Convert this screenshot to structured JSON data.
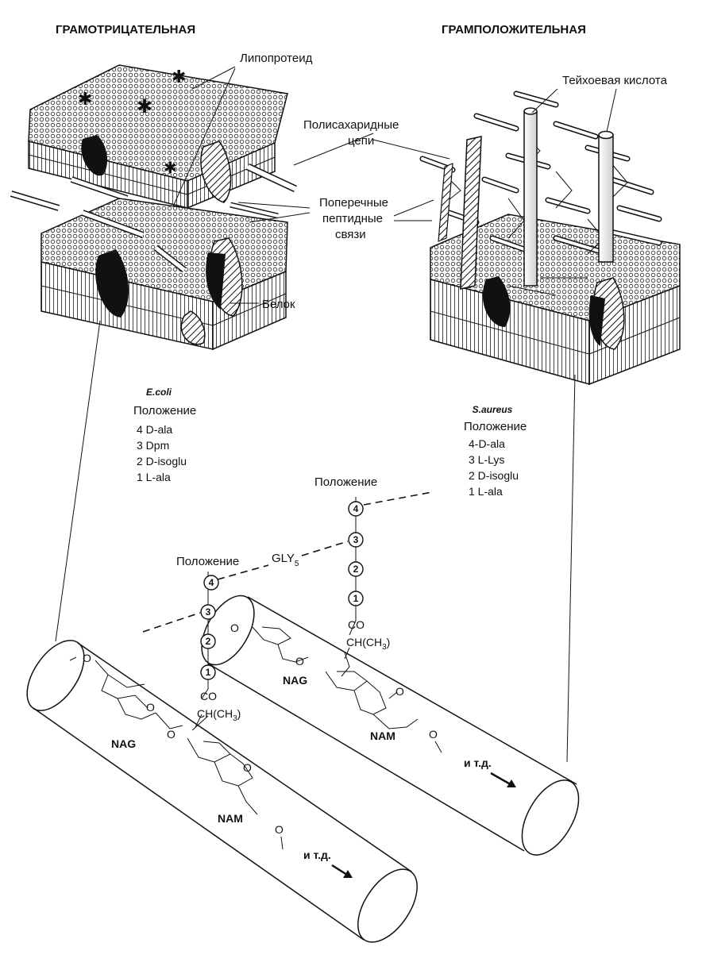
{
  "titles": {
    "gram_negative": "ГРАМОТРИЦАТЕЛЬНАЯ",
    "gram_positive": "ГРАМПОЛОЖИТЕЛЬНАЯ"
  },
  "labels": {
    "lipoprotein": "Липопротеид",
    "teichoic_acid": "Тейхоевая кислота",
    "polysaccharide_1": "Полисахаридные",
    "polysaccharide_2": "цепи",
    "crosslink_1": "Поперечные",
    "crosslink_2": "пептидные",
    "crosslink_3": "связи",
    "protein": "Белок"
  },
  "ecoli": {
    "organism": "E.coli",
    "heading": "Положение",
    "positions": [
      "4 D-ala",
      "3 Dpm",
      "2 D-isoglu",
      "1 L-ala"
    ]
  },
  "saureus": {
    "organism": "S.aureus",
    "heading": "Положение",
    "positions": [
      "4-D-ala",
      "3 L-Lys",
      "2 D-isoglu",
      "1 L-ala"
    ]
  },
  "chain": {
    "position_label_top": "Положение",
    "position_label_left": "Положение",
    "gly": "GLY",
    "gly_sub": "5",
    "co": "CO",
    "chch3_1": "CH(CH",
    "chch3_sub": "3",
    "chch3_2": ")",
    "nag": "NAG",
    "nam": "NAM",
    "oxygen": "O",
    "etc": "и т.д.",
    "circles": [
      "4",
      "3",
      "2",
      "1"
    ]
  }
}
